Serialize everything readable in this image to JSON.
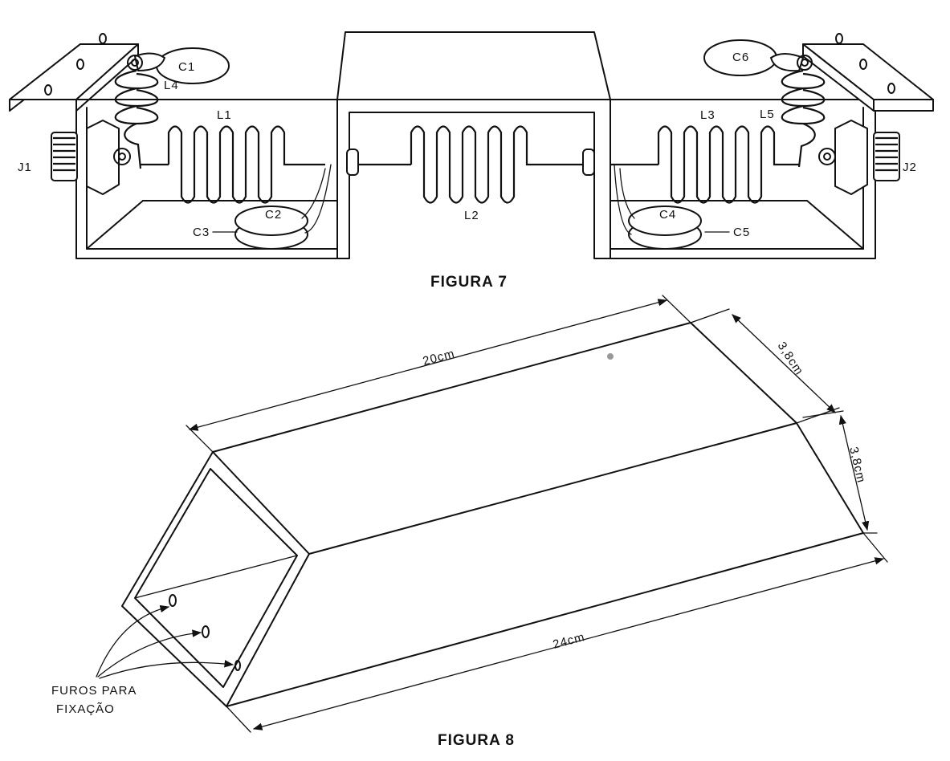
{
  "figure7": {
    "caption": "FIGURA 7",
    "labels": {
      "j1": "J1",
      "j2": "J2",
      "c1": "C1",
      "c2": "C2",
      "c3": "C3",
      "c4": "C4",
      "c5": "C5",
      "c6": "C6",
      "l1": "L1",
      "l2": "L2",
      "l3": "L3",
      "l4": "L4",
      "l5": "L5"
    }
  },
  "figure8": {
    "caption": "FIGURA 8",
    "dim_length_top": "20cm",
    "dim_width_top": "3,8cm",
    "dim_height_side": "3,8cm",
    "dim_length_bottom": "24cm",
    "holes_label_line1": "FUROS PARA",
    "holes_label_line2": "FIXAÇÃO"
  }
}
